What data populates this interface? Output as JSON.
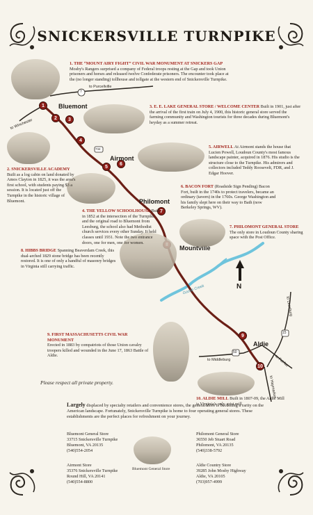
{
  "title": "SNICKERSVILLE TURNPIKE",
  "places": {
    "bluemont": "Bluemont",
    "airmont": "Airmont",
    "philomont": "Philomont",
    "mountville": "Mountville",
    "aldie": "Aldie",
    "goose_creek": "Goose Creek",
    "north": "N"
  },
  "roads": {
    "to_winchester": "to Winchester",
    "to_purcellville": "to Purcellville",
    "to_middleburg": "to Middleburg",
    "to_leesburg": "to Leesburg",
    "to_fairfax": "to Fairfax",
    "to_haymarket": "to Haymarket",
    "route_7": "7",
    "route_734": "734",
    "route_50": "50",
    "route_15": "15"
  },
  "markers": [
    "1",
    "2",
    "3",
    "4",
    "5",
    "6",
    "7",
    "8",
    "9",
    "10"
  ],
  "entries": {
    "e1": {
      "head": "1. THE “MOUNT AIRY FIGHT” CIVIL WAR MONUMENT AT SNICKERS GAP",
      "body": "Mosby's Rangers surprised a company of Federal troops resting at the Gap and took Union prisoners and horses and released twelve Confederate prisoners. The encounter took place at the (no longer standing) tollhouse and tollgate at the western end of Snickersville Turnpike."
    },
    "e2": {
      "head": "2. SNICKERSVILLE ACADEMY",
      "body": "Built as a log cabin on land donated by Amos Clayton in 1825, it was the area's first school, with students paying $3 a session. It is located just off the Turnpike in the historic village of Bluemont."
    },
    "e3": {
      "head": "3. E. E. LAKE GENERAL STORE / WELCOME CENTER",
      "body": "Built in 1901, just after the arrival of the first train on July 4, 1900, this historic general store served the farming community and Washington tourists for three decades during Bluemont's heyday as a summer retreat."
    },
    "e4": {
      "head": "4. THE YELLOW SCHOOLHOUSE",
      "body": "Built in 1852 at the intersection of the Turnpike and the original road to Bluemont from Leesburg, the school also had Methodist church services every other Sunday. It held classes until 1931. Note the two entrance doors, one for men, one for women."
    },
    "e5": {
      "head": "5. AIRWELL",
      "body": "At Airmont stands the house that Lucien Powell, Loudoun County's most famous landscape painter, acquired in 1876. His studio is the structure close to the Turnpike. His admirers and collectors included Teddy Roosevelt, FDR, and J. Edgar Hoover."
    },
    "e6": {
      "head": "6. BACON FORT",
      "body": "(Roadside Sign Pending) Bacon Fort, built in the 1740s to protect travelers, became an ordinary (tavern) in the 1760s. George Washington and his family slept here on their way to Bath (now Berkeley Springs, WV)."
    },
    "e7": {
      "head": "7. PHILOMONT GENERAL STORE",
      "body": "The only store in Loudoun County sharing space with the Post Office."
    },
    "e8": {
      "head": "8. HIBBS BRIDGE",
      "body": "Spanning Beaverdam Creek, this dual-arched 1829 stone bridge has been recently restored. It is one of only a handful of masonry bridges in Virginia still carrying traffic."
    },
    "e9": {
      "head": "9. FIRST MASSACHUSETTS CIVIL WAR MONUMENT",
      "body": "Erected in 1883 by compatriots of those Union cavalry troopers killed and wounded in the June 17, 1863 Battle of Aldie."
    },
    "e10": {
      "head": "10. ALDIE MILL",
      "body": "Built in 1807-09, the Aldie Mill is Virginia's only grist mill"
    }
  },
  "respect_note": "Please respect all private property.",
  "intro": {
    "lead": "Largely",
    "text": " displaced by specialty retailers and convenience stores, the general store is becoming a rarity on the American landscape. Fortunately, Snickersville Turnpike is home to four operating general stores. These establishments are the perfect places for refreshment on your journey."
  },
  "stores": [
    {
      "name": "Bluemont General Store",
      "street": "33715 Snickersville Turnpike",
      "city": "Bluemont, VA 20135",
      "phone": "(540)554-2054"
    },
    {
      "name": "Airmont Store",
      "street": "35376 Snickersville Turnpike",
      "city": "Round Hill, VA 20141",
      "phone": "(540)554-8800"
    },
    {
      "name": "Philomont General Store",
      "street": "36550 Jeb Stuart Road",
      "city": "Philomont, VA 20135",
      "phone": "(540)338-5792"
    },
    {
      "name": "Aldie Country Store",
      "street": "39285 John Mosby Highway",
      "city": "Aldie, VA 20105",
      "phone": "(703)957-4999"
    }
  ],
  "store_caption": "Bluemont General Store",
  "colors": {
    "route": "#6b1f16",
    "marker": "#8e1e18",
    "creek": "#6fc4dc",
    "heading": "#a3241c"
  }
}
